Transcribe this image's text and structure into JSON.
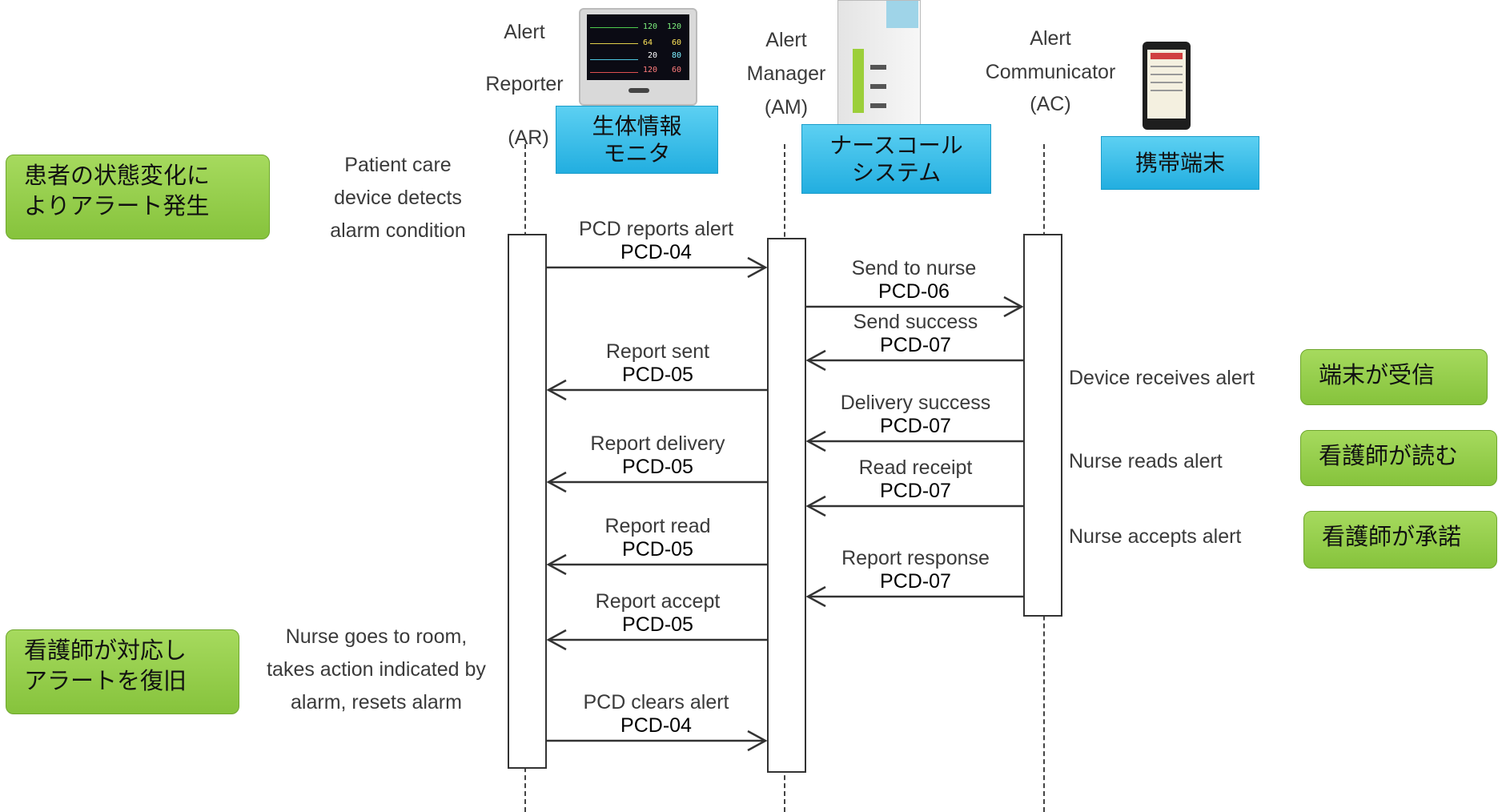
{
  "actors": {
    "ar_line1": "Alert",
    "ar_line2": "Reporter",
    "ar_line3": "(AR)",
    "am_line1": "Alert",
    "am_line2": "Manager",
    "am_line3": "(AM)",
    "ac_line1": "Alert",
    "ac_line2": "Communicator",
    "ac_line3": "(AC)"
  },
  "device_labels": {
    "monitor": [
      "生体情報",
      "モニタ"
    ],
    "nurse_call": [
      "ナースコール",
      "システム"
    ],
    "handset": "携帯端末"
  },
  "notes": {
    "ar_top": [
      "Patient care",
      "device detects",
      "alarm condition"
    ],
    "ar_bottom": [
      "Nurse goes to room,",
      "takes action indicated by",
      "alarm, resets alarm"
    ],
    "ac_receives": "Device receives alert",
    "ac_reads": "Nurse reads alert",
    "ac_accepts": "Nurse accepts alert"
  },
  "callouts": {
    "alert_occurs": [
      "患者の状態変化に",
      "よりアラート発生"
    ],
    "nurse_responds": [
      "看護師が対応し",
      "アラートを復旧"
    ],
    "device_receives": "端末が受信",
    "nurse_reads": "看護師が読む",
    "nurse_accepts": "看護師が承諾"
  },
  "messages": [
    {
      "label": "PCD reports alert",
      "code": "PCD-04",
      "from": "AR",
      "to": "AM"
    },
    {
      "label": "Send to nurse",
      "code": "PCD-06",
      "from": "AM",
      "to": "AC"
    },
    {
      "label": "Send success",
      "code": "PCD-07",
      "from": "AC",
      "to": "AM"
    },
    {
      "label": "Report sent",
      "code": "PCD-05",
      "from": "AM",
      "to": "AR"
    },
    {
      "label": "Delivery success",
      "code": "PCD-07",
      "from": "AC",
      "to": "AM"
    },
    {
      "label": "Report delivery",
      "code": "PCD-05",
      "from": "AM",
      "to": "AR"
    },
    {
      "label": "Read receipt",
      "code": "PCD-07",
      "from": "AC",
      "to": "AM"
    },
    {
      "label": "Report read",
      "code": "PCD-05",
      "from": "AM",
      "to": "AR"
    },
    {
      "label": "Report response",
      "code": "PCD-07",
      "from": "AC",
      "to": "AM"
    },
    {
      "label": "Report accept",
      "code": "PCD-05",
      "from": "AM",
      "to": "AR"
    },
    {
      "label": "PCD clears alert",
      "code": "PCD-04",
      "from": "AR",
      "to": "AM"
    }
  ],
  "monitor_readouts": [
    "120",
    "120",
    "64",
    "60",
    "20",
    "80",
    "120",
    "60"
  ],
  "colors": {
    "callout_green": "#94cc4a",
    "device_cyan": "#2fb7e6",
    "line": "#333333"
  }
}
